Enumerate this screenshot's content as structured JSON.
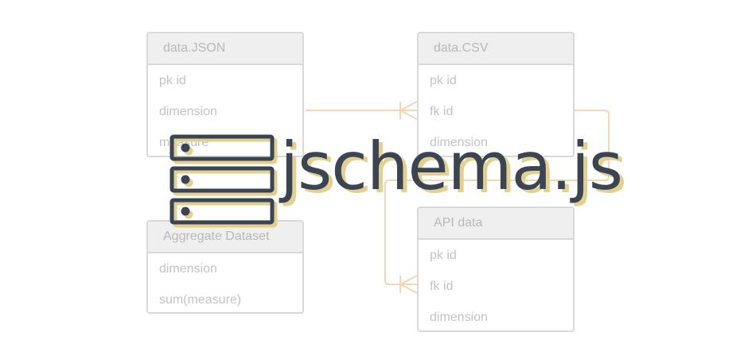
{
  "logo": {
    "wordmark": "jschema.js",
    "icon": "server-stack-icon"
  },
  "tables": {
    "json": {
      "title": "data.JSON",
      "rows": [
        "pk id",
        "dimension",
        "measure"
      ]
    },
    "csv": {
      "title": "data.CSV",
      "rows": [
        "pk id",
        "fk id",
        "dimension"
      ]
    },
    "aggregate": {
      "title": "Aggregate Dataset",
      "rows": [
        "dimension",
        "sum(measure)"
      ]
    },
    "api": {
      "title": "API data",
      "rows": [
        "pk id",
        "fk id",
        "dimension"
      ]
    }
  },
  "colors": {
    "table_border": "#d9d9d9",
    "table_header_bg": "#efefef",
    "table_text": "#c3c3c3",
    "relation_line": "#f5d6b4",
    "logo_dark": "#3b4452",
    "logo_gold": "#e3d08e"
  }
}
